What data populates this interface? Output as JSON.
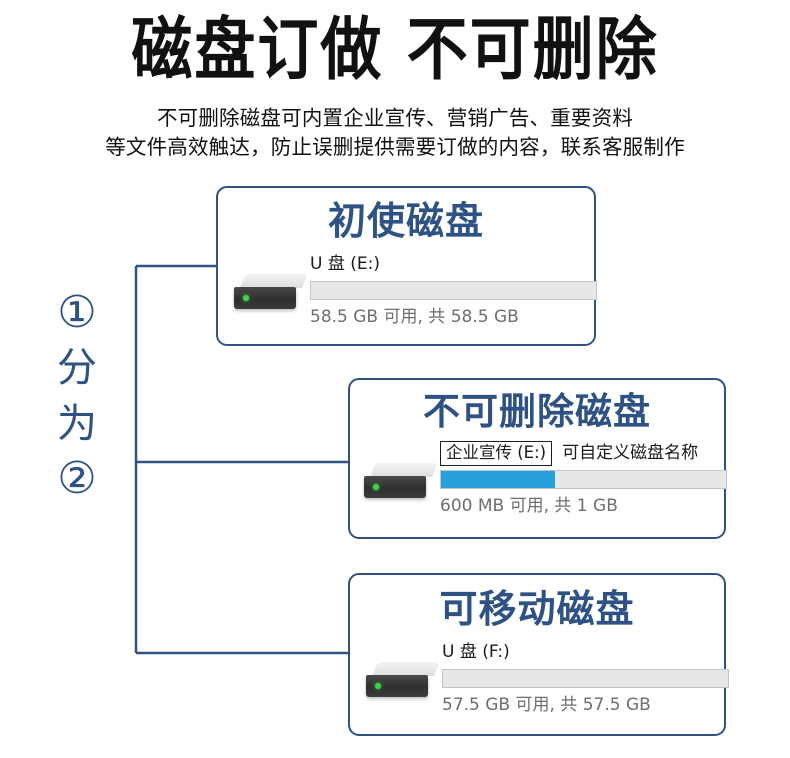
{
  "header": {
    "title": "磁盘订做 不可删除",
    "subtitle_lines": [
      "不可删除磁盘可内置企业宣传、营销广告、重要资料",
      "等文件高效触达，防止误删提供需要订做的内容，联系客服制作"
    ]
  },
  "branch": {
    "number_start": "①",
    "char_1": "分",
    "char_2": "为",
    "number_end": "②",
    "line_color": "#2E5284"
  },
  "theme": {
    "navy": "#2E5284",
    "progress_blue": "#26a0da",
    "track_gray": "#e7e7e7",
    "capacity_gray": "#6e6e6e"
  },
  "cards": [
    {
      "title": "初使磁盘",
      "drive_name": "U 盘 (E:)",
      "drive_name_boxed": false,
      "name_note": "",
      "used_percent": 0,
      "capacity_text": "58.5 GB 可用, 共 58.5 GB",
      "icon": "external-drive-icon"
    },
    {
      "title": "不可删除磁盘",
      "drive_name": "企业宣传 (E:)",
      "drive_name_boxed": true,
      "name_note": "可自定义磁盘名称",
      "used_percent": 40,
      "capacity_text": "600 MB 可用, 共 1 GB",
      "icon": "external-drive-icon"
    },
    {
      "title": "可移动磁盘",
      "drive_name": "U 盘 (F:)",
      "drive_name_boxed": false,
      "name_note": "",
      "used_percent": 0,
      "capacity_text": "57.5 GB 可用, 共 57.5 GB",
      "icon": "external-drive-icon"
    }
  ]
}
